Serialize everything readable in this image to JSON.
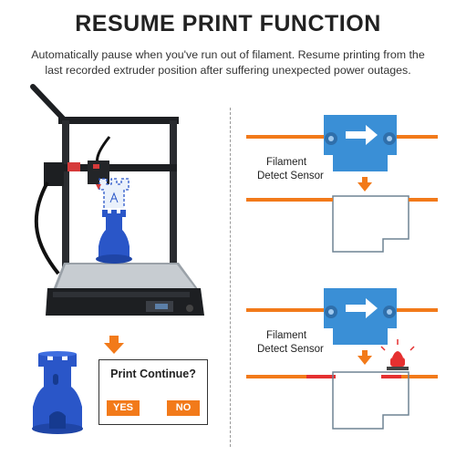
{
  "header": {
    "title": "RESUME PRINT FUNCTION",
    "subtitle": "Automatically pause when you've run out of filament. Resume printing from the last recorded extruder position after suffering unexpected power outages."
  },
  "sensor_top": {
    "line1": "Filament",
    "line2": "Detect Sensor"
  },
  "sensor_bottom": {
    "line1": "Filament",
    "line2": "Detect Sensor"
  },
  "dialog": {
    "question": "Print Continue?",
    "yes_label": "YES",
    "no_label": "NO"
  },
  "colors": {
    "accent": "#f27a1a",
    "filament": "#f27a1a",
    "sensor_blue": "#3a8fd6",
    "model_blue": "#2a56c8",
    "alarm_red": "#e53030",
    "frame": "#1d1f22"
  }
}
